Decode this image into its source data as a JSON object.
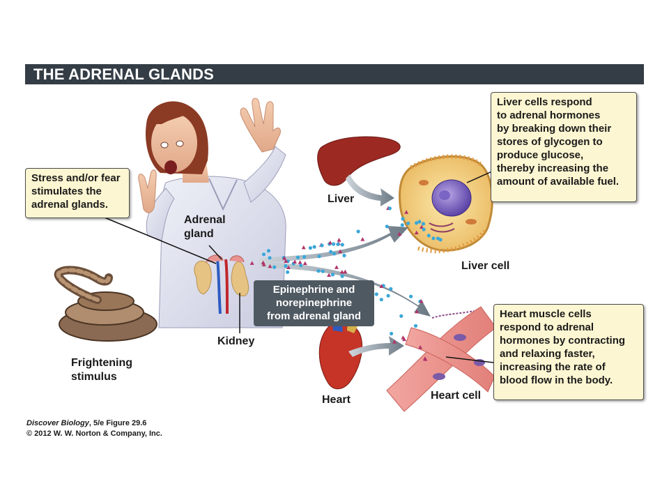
{
  "header": {
    "title": "THE ADRENAL GLANDS"
  },
  "callouts": {
    "stress": [
      "Stress and/or fear",
      "stimulates the",
      "adrenal glands."
    ],
    "liver_cells": [
      "Liver cells respond",
      "to adrenal hormones",
      "by breaking down their",
      "stores of glycogen to",
      "produce glucose,",
      "thereby increasing the",
      "amount of available fuel."
    ],
    "heart_cells": [
      "Heart muscle cells",
      "respond to adrenal",
      "hormones by contracting",
      "and relaxing faster,",
      "increasing the rate of",
      "blood flow in the body."
    ]
  },
  "hormones": [
    "Epinephrine and",
    "norepinephrine",
    "from adrenal gland"
  ],
  "labels": {
    "adrenal_gland": [
      "Adrenal",
      "gland"
    ],
    "kidney": "Kidney",
    "frightening_stimulus": [
      "Frightening",
      "stimulus"
    ],
    "liver": "Liver",
    "liver_cell": "Liver cell",
    "heart": "Heart",
    "heart_cell": "Heart cell"
  },
  "credit": {
    "line1_italic": "Discover Biology",
    "line1_rest": ", 5/e Figure 29.6",
    "line2": "© 2012 W. W. Norton & Company, Inc."
  },
  "colors": {
    "banner": "#343d46",
    "callout_bg": "#fdf6d2",
    "hormone_box": "#4f5962",
    "epinephrine_dot": "#3aa7d8",
    "norepinephrine_dot": "#b0336a"
  }
}
